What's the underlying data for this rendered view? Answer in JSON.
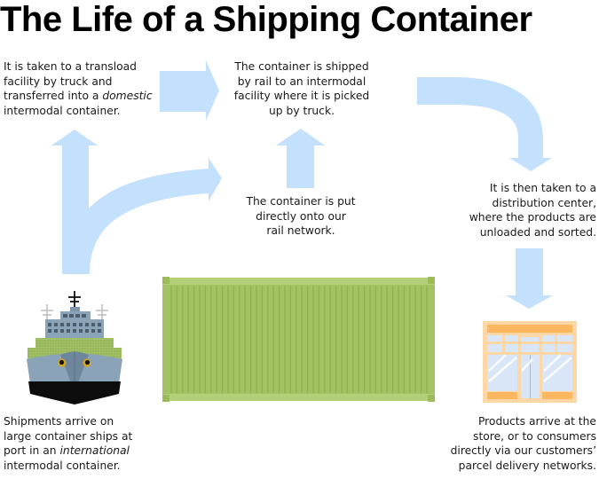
{
  "title": "The Life of a Shipping Container",
  "colors": {
    "arrow": "#c3e0fd",
    "container": "#a3c362",
    "ship_hull": "#8aa3b8",
    "ship_base": "#0d0d0d",
    "store_frame": "#fdd8a6",
    "store_band": "#fbb760",
    "store_glass": "#d9e6f7"
  },
  "steps": {
    "transload": {
      "before": "It is taken to a transload facility by truck and transferred into a ",
      "emphasis": "domestic",
      "after": " intermodal container.",
      "lines": [
        "It is taken to a transload",
        "facility by truck and",
        "transferred into a ",
        "intermodal container."
      ]
    },
    "rail_ship": {
      "lines": [
        "The container is shipped",
        "by rail to an intermodal",
        "facility where it is picked",
        "up by truck."
      ]
    },
    "rail_direct": {
      "lines": [
        "The container is put",
        "directly onto our",
        "rail network."
      ]
    },
    "distribution": {
      "lines": [
        "It is then taken to a",
        "distribution center,",
        "where the products are",
        "unloaded and sorted."
      ]
    },
    "ship_arrival": {
      "lines": [
        "Shipments arrive on",
        "large container ships at",
        "port in an ",
        "intermodal container."
      ],
      "emphasis": "international"
    },
    "delivery": {
      "lines": [
        "Products arrive at the",
        "store, or to consumers",
        "directly via our customers’",
        "parcel delivery networks."
      ]
    }
  },
  "icons": {
    "ship": "container-ship-icon",
    "container": "shipping-container-icon",
    "store": "storefront-icon"
  }
}
